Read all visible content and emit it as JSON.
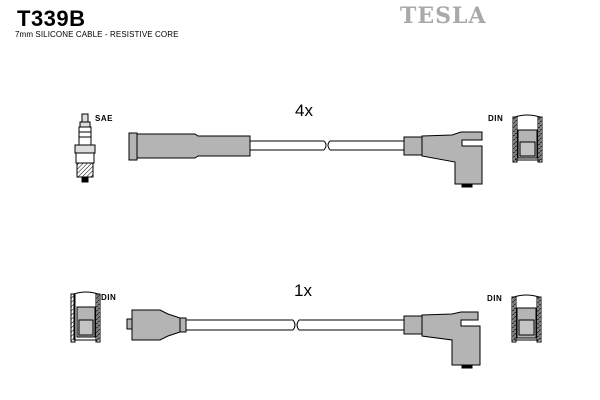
{
  "header": {
    "part_number": "T339B",
    "description": "7mm SILICONE CABLE - RESISTIVE CORE",
    "brand": "TESLA"
  },
  "cables": [
    {
      "count_label": "4x",
      "left_connector_label": "SAE",
      "right_connector_label": "DIN"
    },
    {
      "count_label": "1x",
      "left_connector_label": "DIN",
      "right_connector_label": "DIN"
    }
  ],
  "colors": {
    "boot_fill": "#b4b4b4",
    "outline": "#000000",
    "brand_text": "#a9a9a9"
  }
}
